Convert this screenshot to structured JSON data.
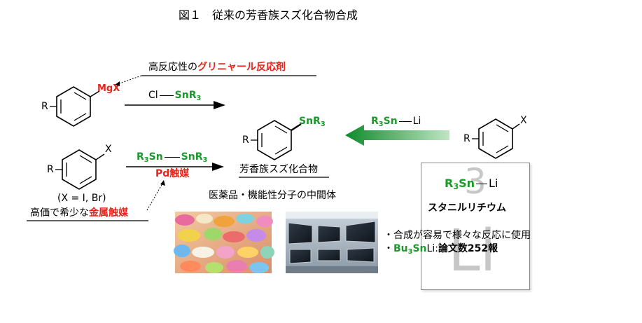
{
  "title": "図１　従来の芳香族スズ化合物合成",
  "top_left": {
    "substituent_R": "R",
    "metal_group": "MgX",
    "grignard_note_prefix": "高反応性の",
    "grignard_note_highlight": "グリニャール反応剤",
    "reagent_prefix": "Cl",
    "reagent_group": "SnR",
    "reagent_group_sub": "3"
  },
  "bottom_left": {
    "substituent_R": "R",
    "substituent_X": "X",
    "reagent_part1": "R",
    "reagent_part1_sub": "3",
    "reagent_part2": "Sn",
    "reagent_part3": "SnR",
    "reagent_part3_sub": "3",
    "catalyst": "Pd触媒",
    "halide_note": "(X = I, Br)",
    "metal_note_prefix": "高価で希少な",
    "metal_note_highlight": "金属触媒"
  },
  "product": {
    "substituent_R": "R",
    "group": "SnR",
    "group_sub": "3",
    "label": "芳香族スズ化合物",
    "applications": "医薬品・機能性分子の中間体"
  },
  "right_route": {
    "reagent_R": "R",
    "reagent_sub": "3",
    "reagent_Sn": "Sn",
    "reagent_Li": "Li",
    "substrate_R": "R",
    "substrate_X": "X"
  },
  "box": {
    "watermark_top": "3",
    "watermark_bottom": "Li",
    "formula_R": "R",
    "formula_sub": "3",
    "formula_Sn": "Sn",
    "formula_Li": "Li",
    "name": "スタニルリチウム",
    "bullet1": "・合成が容易で様々な反応に使用",
    "bullet2_prefix": "・",
    "bullet2_Bu": "Bu",
    "bullet2_sub": "3",
    "bullet2_Sn": "Sn",
    "bullet2_rest_plain": "Li:",
    "bullet2_rest_bold": "論文数252報"
  },
  "colors": {
    "red": "#e8241c",
    "green": "#1a9a2a",
    "arrow_green_dark": "#0f8a2b",
    "arrow_green_light": "#bfe6c4",
    "box_border": "#888888"
  },
  "images": {
    "left": "pills-photo",
    "right": "monitors-photo"
  }
}
